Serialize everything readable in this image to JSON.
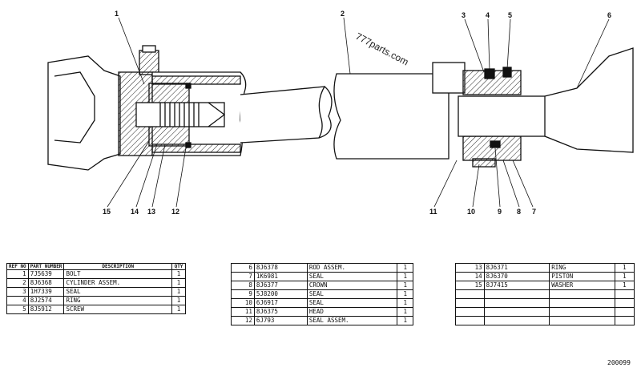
{
  "callouts": {
    "c1": "1",
    "c2": "2",
    "c3": "3",
    "c4": "4",
    "c5": "5",
    "c6": "6",
    "c7": "7",
    "c8": "8",
    "c9": "9",
    "c10": "10",
    "c11": "11",
    "c12": "12",
    "c13": "13",
    "c14": "14",
    "c15": "15"
  },
  "watermark": "777parts.com",
  "table_header": {
    "ref_no": "REF NO",
    "part_number": "PART NUMBER",
    "description": "DESCRIPTION",
    "qty": "QTY"
  },
  "table1": [
    {
      "ref": "1",
      "part": "7J5639",
      "desc": "BOLT",
      "qty": "1"
    },
    {
      "ref": "2",
      "part": "8J6368",
      "desc": "CYLINDER ASSEM.",
      "qty": "1"
    },
    {
      "ref": "3",
      "part": "1H7339",
      "desc": "SEAL",
      "qty": "1"
    },
    {
      "ref": "4",
      "part": "8J2574",
      "desc": "RING",
      "qty": "1"
    },
    {
      "ref": "5",
      "part": "8J5912",
      "desc": "SCREW",
      "qty": "1"
    }
  ],
  "table2": [
    {
      "ref": "6",
      "part": "8J6378",
      "desc": "ROD ASSEM.",
      "qty": "1"
    },
    {
      "ref": "7",
      "part": "1K6981",
      "desc": "SEAL",
      "qty": "1"
    },
    {
      "ref": "8",
      "part": "8J6377",
      "desc": "CROWN",
      "qty": "1"
    },
    {
      "ref": "9",
      "part": "5J8200",
      "desc": "SEAL",
      "qty": "1"
    },
    {
      "ref": "10",
      "part": "6J6917",
      "desc": "SEAL",
      "qty": "1"
    },
    {
      "ref": "11",
      "part": "8J6375",
      "desc": "HEAD",
      "qty": "1"
    },
    {
      "ref": "12",
      "part": "6J793",
      "desc": "SEAL ASSEM.",
      "qty": "1"
    }
  ],
  "table3": [
    {
      "ref": "13",
      "part": "8J6371",
      "desc": "RING",
      "qty": "1"
    },
    {
      "ref": "14",
      "part": "8J6370",
      "desc": "PISTON",
      "qty": "1"
    },
    {
      "ref": "15",
      "part": "8J7415",
      "desc": "WASHER",
      "qty": "1"
    }
  ],
  "figure_number": "200099"
}
